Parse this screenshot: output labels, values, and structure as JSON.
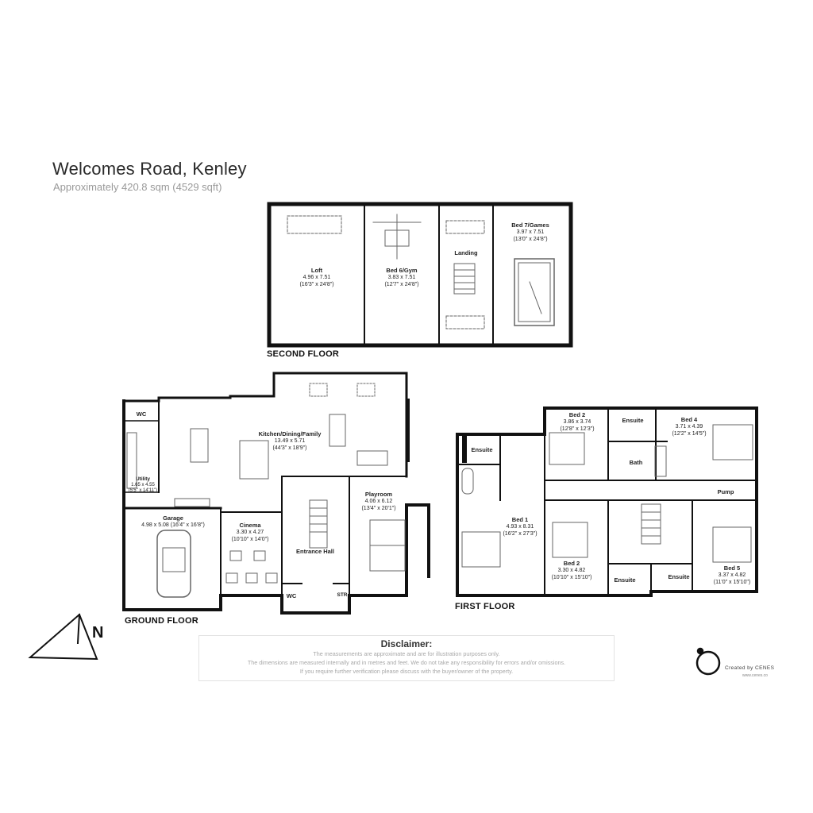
{
  "header": {
    "title": "Welcomes Road, Kenley",
    "subtitle": "Approximately 420.8 sqm (4529 sqft)"
  },
  "floors": {
    "second": "SECOND FLOOR",
    "ground": "GROUND FLOOR",
    "first": "FIRST FLOOR"
  },
  "rooms": {
    "loft": {
      "name": "Loft",
      "dims": "4.96 x 7.51",
      "imperial": "(16'3\" x 24'8\")"
    },
    "bed6": {
      "name": "Bed 6/Gym",
      "dims": "3.83 x 7.51",
      "imperial": "(12'7\" x 24'8\")"
    },
    "landing": {
      "name": "Landing"
    },
    "bed7": {
      "name": "Bed 7/Games",
      "dims": "3.97 x 7.51",
      "imperial": "(13'0\" x 24'8\")"
    },
    "kitchen": {
      "name": "Kitchen/Dining/Family",
      "dims": "13.49 x 5.71",
      "imperial": "(44'3\" x 18'9\")"
    },
    "playroom": {
      "name": "Playroom",
      "dims": "4.06 x 6.12",
      "imperial": "(13'4\" x 20'1\")"
    },
    "garage": {
      "name": "Garage",
      "dims": "4.98 x 5.08 (16'4\" x 16'8\")"
    },
    "cinema": {
      "name": "Cinema",
      "dims": "3.30 x 4.27",
      "imperial": "(10'10\" x 14'0\")"
    },
    "entrance": {
      "name": "Entrance Hall"
    },
    "utility": {
      "name": "Utility",
      "dims": "1.65 x 4.55",
      "imperial": "(5'5\" x 14'11\")"
    },
    "wc_gf1": {
      "name": "WC"
    },
    "wc_gf2": {
      "name": "WC"
    },
    "str": {
      "name": "STR"
    },
    "ensuite_f1a": {
      "name": "Ensuite"
    },
    "bed1": {
      "name": "Bed 1",
      "dims": "4.93 x 8.31",
      "imperial": "(16'2\" x 27'3\")"
    },
    "bed2a": {
      "name": "Bed 2",
      "dims": "3.86 x 3.74",
      "imperial": "(12'8\" x 12'3\")"
    },
    "ensuite_f1b": {
      "name": "Ensuite"
    },
    "bed4": {
      "name": "Bed 4",
      "dims": "3.71 x 4.39",
      "imperial": "(12'2\" x 14'5\")"
    },
    "bath": {
      "name": "Bath"
    },
    "pump": {
      "name": "Pump"
    },
    "bed2b": {
      "name": "Bed 2",
      "dims": "3.30 x 4.82",
      "imperial": "(10'10\" x 15'10\")"
    },
    "ensuite_f1c": {
      "name": "Ensuite"
    },
    "ensuite_f1d": {
      "name": "Ensuite"
    },
    "bed5": {
      "name": "Bed 5",
      "dims": "3.37 x 4.82",
      "imperial": "(11'0\" x 15'10\")"
    }
  },
  "disclaimer": {
    "heading": "Disclaimer:",
    "line1": "The measurements are approximate and are for illustration purposes only.",
    "line2": "The dimensions are measured internally and in metres and feet. We do not take any responsibility for errors and/or omissions.",
    "line3": "If you require further verification please discuss with the buyer/owner of the property."
  },
  "compass": {
    "label": "N"
  },
  "credit": {
    "text": "Created by CENES",
    "url": "www.cenes.co"
  }
}
